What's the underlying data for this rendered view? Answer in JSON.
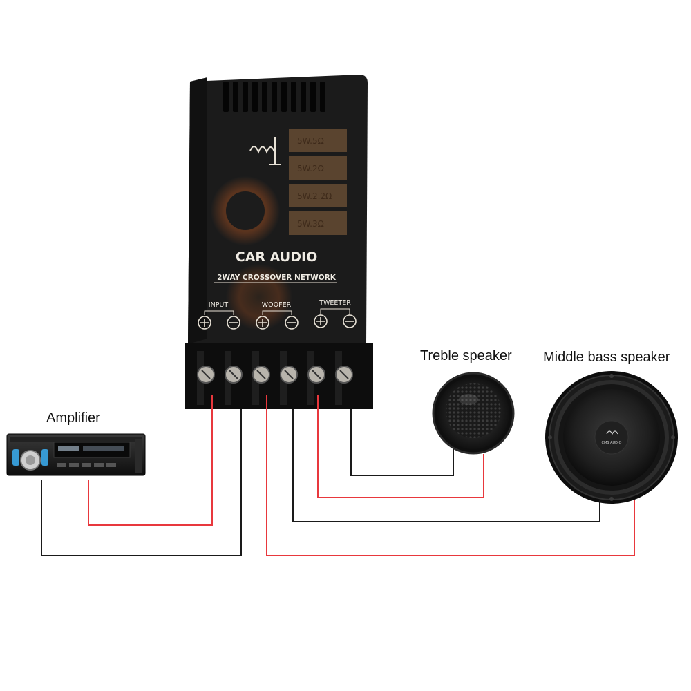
{
  "labels": {
    "amplifier": "Amplifier",
    "treble_speaker": "Treble speaker",
    "middle_bass_speaker": "Middle bass speaker"
  },
  "crossover": {
    "title": "CAR AUDIO",
    "subtitle": "2WAY CROSSOVER NETWORK",
    "input_label": "INPUT",
    "woofer_label": "WOOFER",
    "tweeter_label": "TWEETER",
    "resistor_labels": [
      "5W.5Ω",
      "5W.2Ω",
      "5W.2.2Ω",
      "5W.3Ω"
    ],
    "plus": "+",
    "minus": "−"
  },
  "speaker_brand": "CMS AUDIO",
  "colors": {
    "positive_wire": "#e8383d",
    "negative_wire": "#1a1a1a",
    "crossover_body": "#1c1c1c",
    "amp_accent": "#3aa7e8"
  }
}
